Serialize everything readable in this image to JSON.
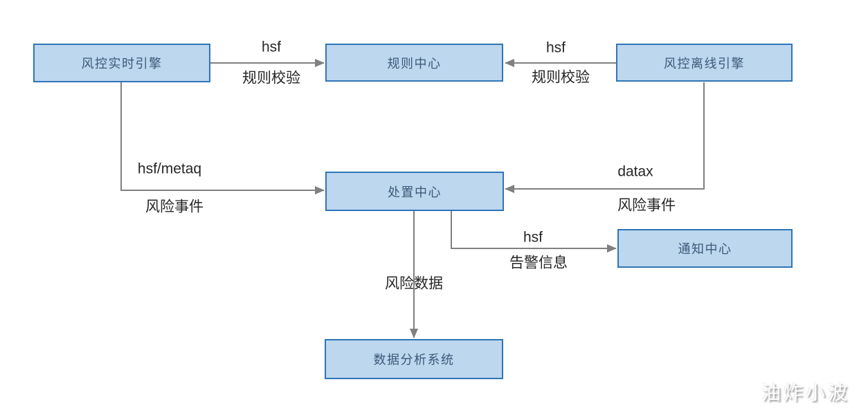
{
  "diagram_title": "risk-control-architecture-flow",
  "nodes": {
    "realtime_engine": {
      "label": "风控实时引擎"
    },
    "rule_center": {
      "label": "规则中心"
    },
    "offline_engine": {
      "label": "风控离线引擎"
    },
    "disposal_center": {
      "label": "处置中心"
    },
    "notify_center": {
      "label": "通知中心"
    },
    "data_analysis": {
      "label": "数据分析系统"
    }
  },
  "edges": {
    "realtime_to_rule": {
      "protocol": "hsf",
      "desc": "规则校验"
    },
    "offline_to_rule": {
      "protocol": "hsf",
      "desc": "规则校验"
    },
    "realtime_to_disposal": {
      "protocol": "hsf/metaq",
      "desc": "风险事件"
    },
    "offline_to_disposal": {
      "protocol": "datax",
      "desc": "风险事件"
    },
    "disposal_to_notify": {
      "protocol": "hsf",
      "desc": "告警信息"
    },
    "disposal_to_analysis": {
      "desc": "风险数据"
    }
  },
  "watermark": "油炸小波",
  "colors": {
    "node_fill": "#bdd7ee",
    "node_border": "#2e75b6",
    "node_text": "#3b5878",
    "line_color": "#808080",
    "label_text": "#262626"
  }
}
